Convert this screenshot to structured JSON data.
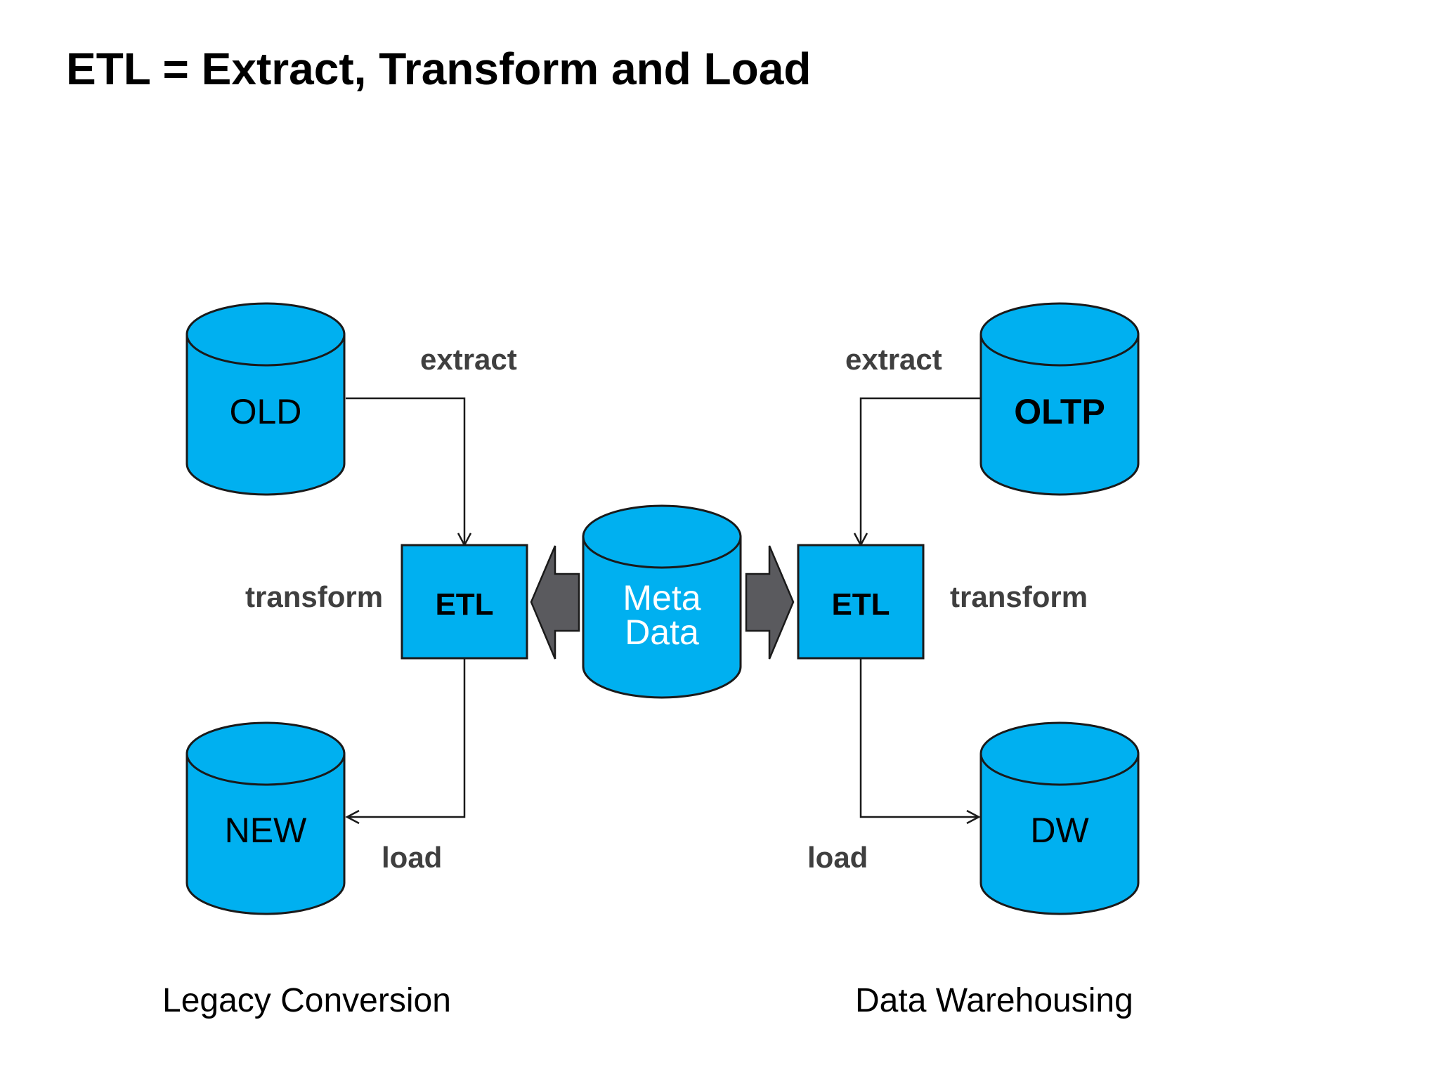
{
  "title": "ETL = Extract, Transform and Load",
  "colors": {
    "node_fill": "#00b0f0",
    "outline": "#1a1a1a",
    "arrow_gray": "#5a5a5e",
    "label_gray": "#3f3f3f"
  },
  "left": {
    "source": "OLD",
    "target": "NEW",
    "process": "ETL",
    "extract_label": "extract",
    "transform_label": "transform",
    "load_label": "load",
    "caption": "Legacy Conversion"
  },
  "center": {
    "line1": "Meta",
    "line2": "Data"
  },
  "right": {
    "source": "OLTP",
    "target": "DW",
    "process": "ETL",
    "extract_label": "extract",
    "transform_label": "transform",
    "load_label": "load",
    "caption": "Data Warehousing"
  }
}
